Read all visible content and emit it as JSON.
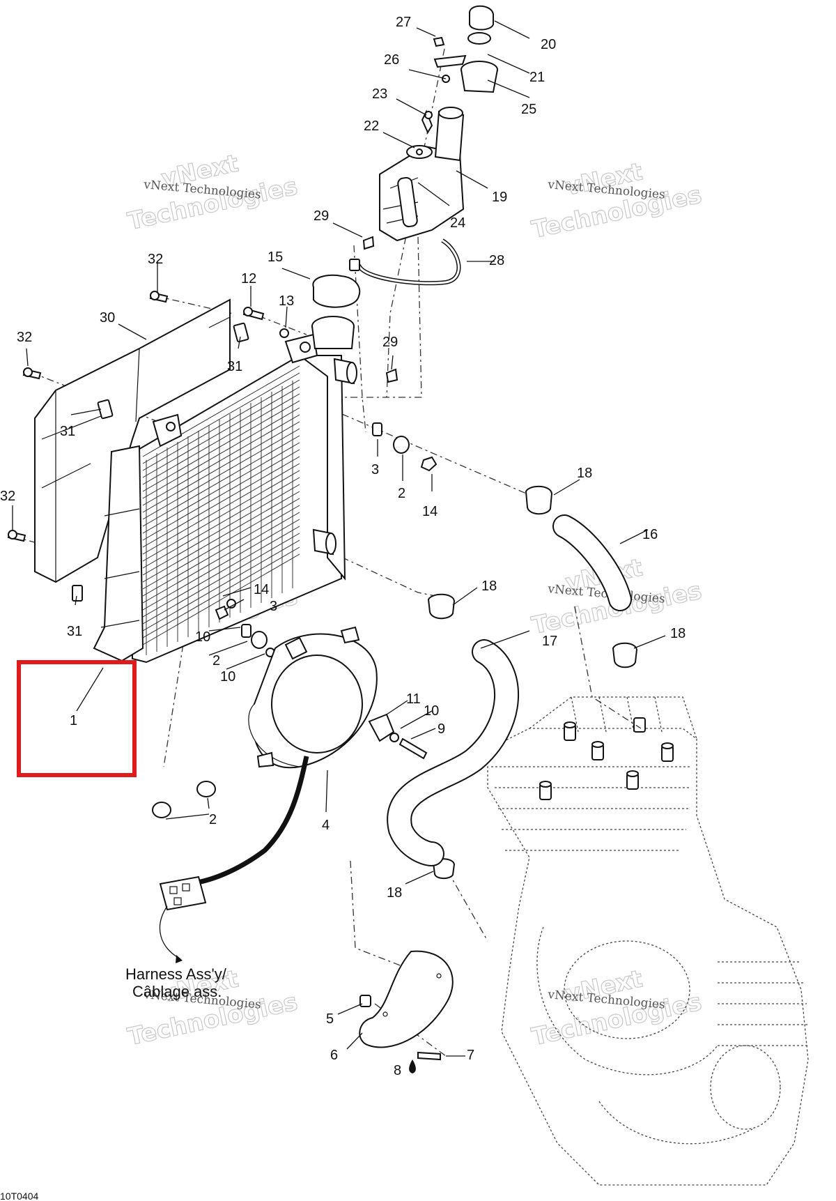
{
  "drawing_code": "10T0404",
  "harness_label_line1": "Harness Ass'y/",
  "harness_label_line2": "Câblage ass.",
  "watermark_top": "vNext",
  "watermark_mid": "vNext Technologies",
  "watermark_bottom": "Technologies",
  "highlight_color": "#e01b1b",
  "callouts": [
    "27",
    "20",
    "26",
    "21",
    "25",
    "23",
    "22",
    "19",
    "24",
    "29",
    "28",
    "15",
    "32",
    "12",
    "13",
    "30",
    "29",
    "31",
    "32",
    "31",
    "3",
    "2",
    "14",
    "18",
    "32",
    "16",
    "14",
    "3",
    "18",
    "10",
    "17",
    "31",
    "2",
    "10",
    "18",
    "11",
    "10",
    "9",
    "1",
    "2",
    "4",
    "18",
    "5",
    "7",
    "6",
    "8"
  ]
}
